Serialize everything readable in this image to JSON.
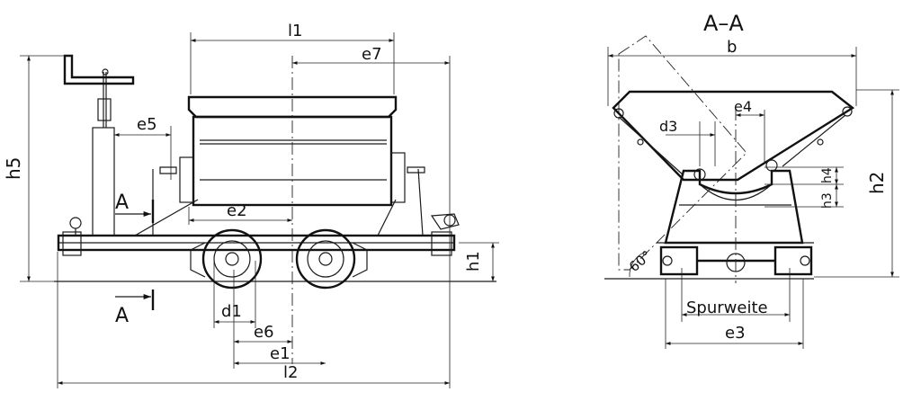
{
  "side_view": {
    "dimensions": {
      "l1": "l1",
      "l2": "l2",
      "e7": "e7",
      "e5": "e5",
      "e2": "e2",
      "e6": "e6",
      "e1": "e1",
      "d1": "d1",
      "h5": "h5",
      "h1": "h1"
    },
    "section_marks": {
      "upper": "A",
      "lower": "A"
    }
  },
  "section_view": {
    "title": "A–A",
    "dimensions": {
      "b": "b",
      "e4": "e4",
      "d3": "d3",
      "h4": "h4",
      "h3": "h3",
      "h2": "h2",
      "e3": "e3",
      "track_gauge": "Spurweite",
      "angle": "60°"
    }
  }
}
